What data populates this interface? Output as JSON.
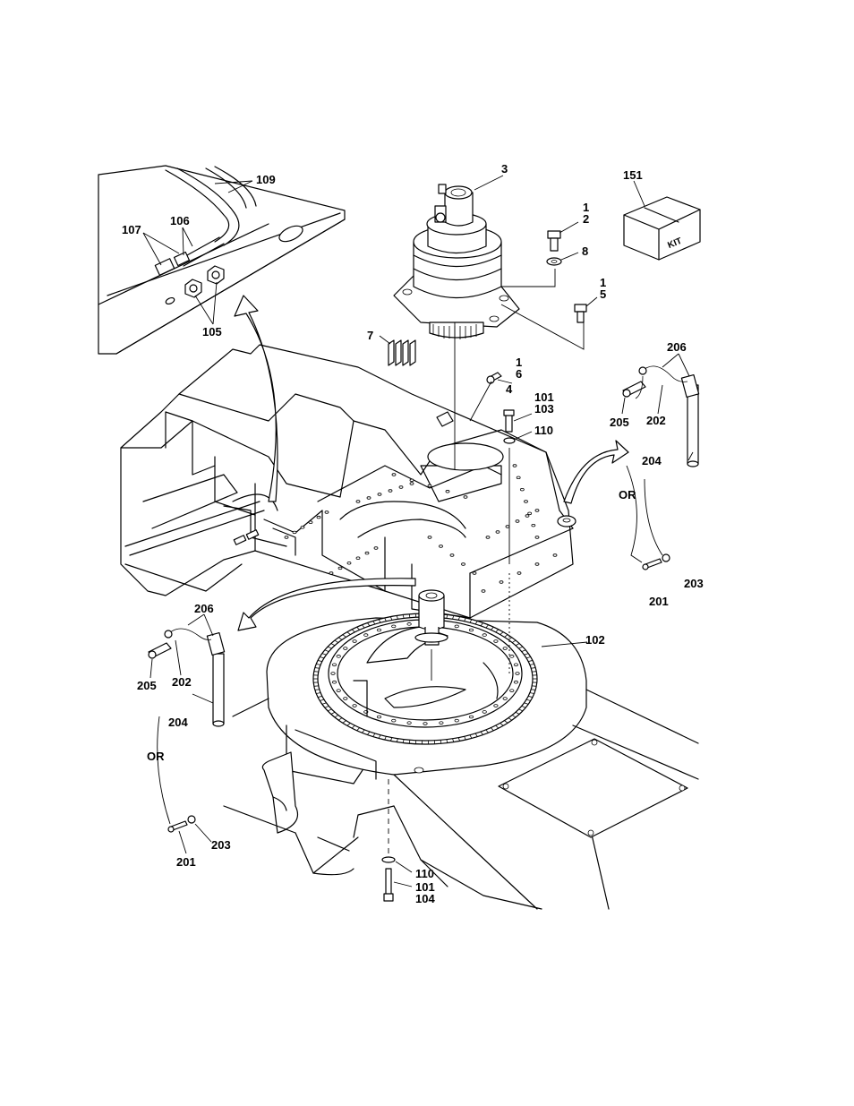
{
  "callouts": {
    "c3": "3",
    "c151": "151",
    "c109": "109",
    "c106": "106",
    "c107": "107",
    "c105": "105",
    "c1a": "1",
    "c2": "2",
    "c8": "8",
    "c1b": "1",
    "c5": "5",
    "c7": "7",
    "c1c": "1",
    "c6": "6",
    "c4": "4",
    "c101a": "101",
    "c103": "103",
    "c110a": "110",
    "c206a": "206",
    "c205a": "205",
    "c202a": "202",
    "c204a": "204",
    "cORa": "OR",
    "c201a": "201",
    "c203a": "203",
    "c206b": "206",
    "c205b": "205",
    "c202b": "202",
    "c204b": "204",
    "cORb": "OR",
    "c201b": "201",
    "c203b": "203",
    "c102": "102",
    "c110b": "110",
    "c101b": "101",
    "c104": "104"
  },
  "kit_box_label": "KIT"
}
